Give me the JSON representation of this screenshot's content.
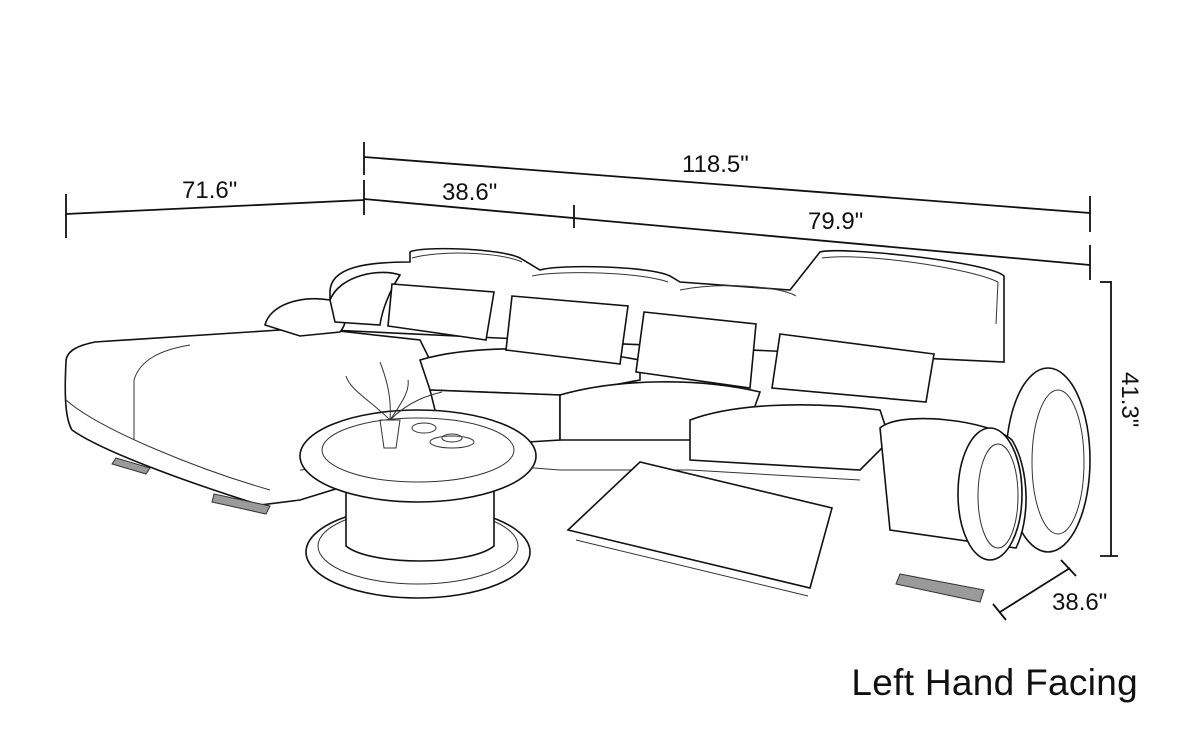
{
  "dimensions": {
    "chaise_width": "71.6\"",
    "total_width": "118.5\"",
    "middle_section": "38.6\"",
    "right_section": "79.9\"",
    "height": "41.3\"",
    "depth": "38.6\""
  },
  "caption": "Left Hand Facing"
}
